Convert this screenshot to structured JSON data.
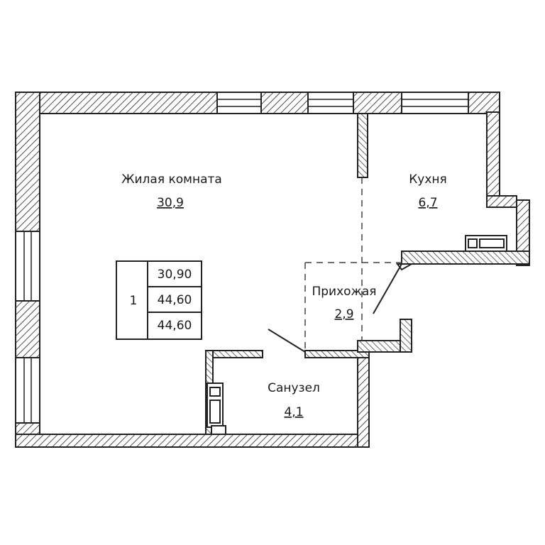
{
  "rooms": {
    "living": {
      "name": "Жилая комната",
      "area": "30,9"
    },
    "kitchen": {
      "name": "Кухня",
      "area": "6,7"
    },
    "hallway": {
      "name": "Прихожая",
      "area": "2,9"
    },
    "bathroom": {
      "name": "Санузел",
      "area": "4,1"
    }
  },
  "apartment_table": {
    "rooms_count": "1",
    "living_area": "30,90",
    "total_area": "44,60",
    "total_area_with_balcony": "44,60"
  }
}
